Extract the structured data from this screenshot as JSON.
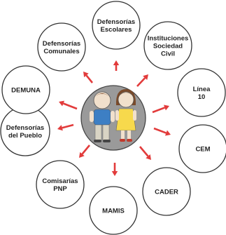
{
  "colors": {
    "arrow": "#e23b3b",
    "node_stroke": "#333333",
    "node_fill": "#ffffff",
    "center_fill": "#9a9a9a"
  },
  "center": {
    "icon": "children-icon"
  },
  "nodes": [
    {
      "id": "defensorias-escolares",
      "lines": [
        "Defensorías",
        "Escolares"
      ]
    },
    {
      "id": "instituciones-sociedad-civil",
      "lines": [
        "Instituciones",
        "Sociedad",
        "Civil"
      ]
    },
    {
      "id": "linea-10",
      "lines": [
        "Línea",
        "10"
      ]
    },
    {
      "id": "cem",
      "lines": [
        "CEM"
      ]
    },
    {
      "id": "cader",
      "lines": [
        "CADER"
      ]
    },
    {
      "id": "mamis",
      "lines": [
        "MAMIS"
      ]
    },
    {
      "id": "comisarias-pnp",
      "lines": [
        "Comisarías",
        "PNP"
      ]
    },
    {
      "id": "defensorias-del-pueblo",
      "lines": [
        "Defensorías",
        "del Pueblo"
      ]
    },
    {
      "id": "demuna",
      "lines": [
        "DEMUNA"
      ]
    },
    {
      "id": "defensorias-comunales",
      "lines": [
        "Defensorías",
        "Comunales"
      ]
    }
  ]
}
